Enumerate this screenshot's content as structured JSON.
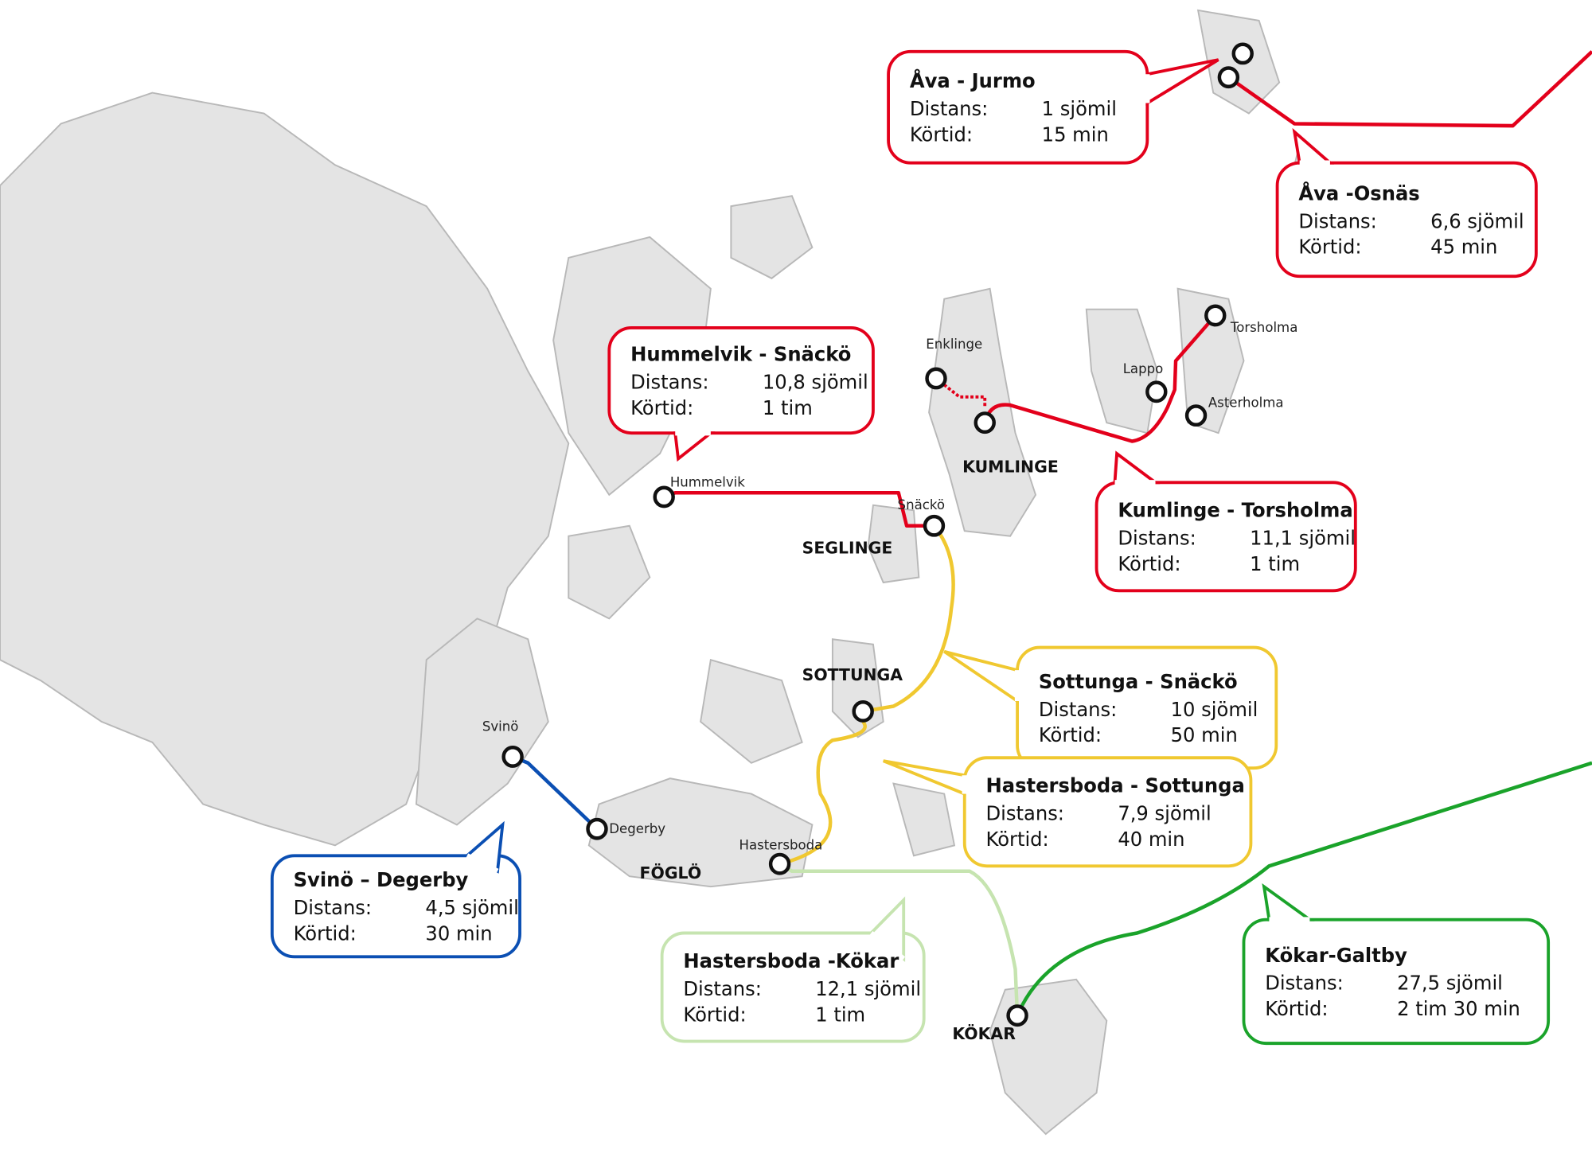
{
  "colors": {
    "red": "#e3001b",
    "yellow": "#f0c830",
    "blue": "#0b4fb3",
    "lightgreen": "#c6e4b0",
    "green": "#1aa32a",
    "land": "#e4e4e4"
  },
  "islands": [
    {
      "name": "KUMLINGE"
    },
    {
      "name": "SEGLINGE"
    },
    {
      "name": "SOTTUNGA"
    },
    {
      "name": "FÖGLÖ"
    },
    {
      "name": "KÖKAR"
    }
  ],
  "ports": [
    {
      "name": "Enklinge"
    },
    {
      "name": "Torsholma"
    },
    {
      "name": "Lappo"
    },
    {
      "name": "Asterholma"
    },
    {
      "name": "Hummelvik"
    },
    {
      "name": "Snäckö"
    },
    {
      "name": "Svinö"
    },
    {
      "name": "Degerby"
    },
    {
      "name": "Hastersboda"
    }
  ],
  "callouts": [
    {
      "title": "Åva - Jurmo",
      "distance_label": "Distans:",
      "distance": "1 sjömil",
      "time_label": "Körtid:",
      "time": "15 min",
      "color": "red"
    },
    {
      "title": "Åva -Osnäs",
      "distance_label": "Distans:",
      "distance": "6,6 sjömil",
      "time_label": "Körtid:",
      "time": "45 min",
      "color": "red"
    },
    {
      "title": "Hummelvik - Snäckö",
      "distance_label": "Distans:",
      "distance": "10,8 sjömil",
      "time_label": "Körtid:",
      "time": "1 tim",
      "color": "red"
    },
    {
      "title": "Kumlinge - Torsholma",
      "distance_label": "Distans:",
      "distance": "11,1 sjömil",
      "time_label": "Körtid:",
      "time": "1 tim",
      "color": "red"
    },
    {
      "title": "Sottunga - Snäckö",
      "distance_label": "Distans:",
      "distance": "10 sjömil",
      "time_label": "Körtid:",
      "time": "50 min",
      "color": "yellow"
    },
    {
      "title": "Hastersboda - Sottunga",
      "distance_label": "Distans:",
      "distance": "7,9 sjömil",
      "time_label": "Körtid:",
      "time": "40 min",
      "color": "yellow"
    },
    {
      "title": "Svinö – Degerby",
      "distance_label": "Distans:",
      "distance": "4,5 sjömil",
      "time_label": "Körtid:",
      "time": "30  min",
      "color": "blue"
    },
    {
      "title": "Hastersboda -Kökar",
      "distance_label": "Distans:",
      "distance": "12,1 sjömil",
      "time_label": "Körtid:",
      "time": "1 tim",
      "color": "lightgreen"
    },
    {
      "title": "Kökar-Galtby",
      "distance_label": "Distans:",
      "distance": "27,5 sjömil",
      "time_label": "Körtid:",
      "time": "2 tim 30 min",
      "color": "green"
    }
  ]
}
